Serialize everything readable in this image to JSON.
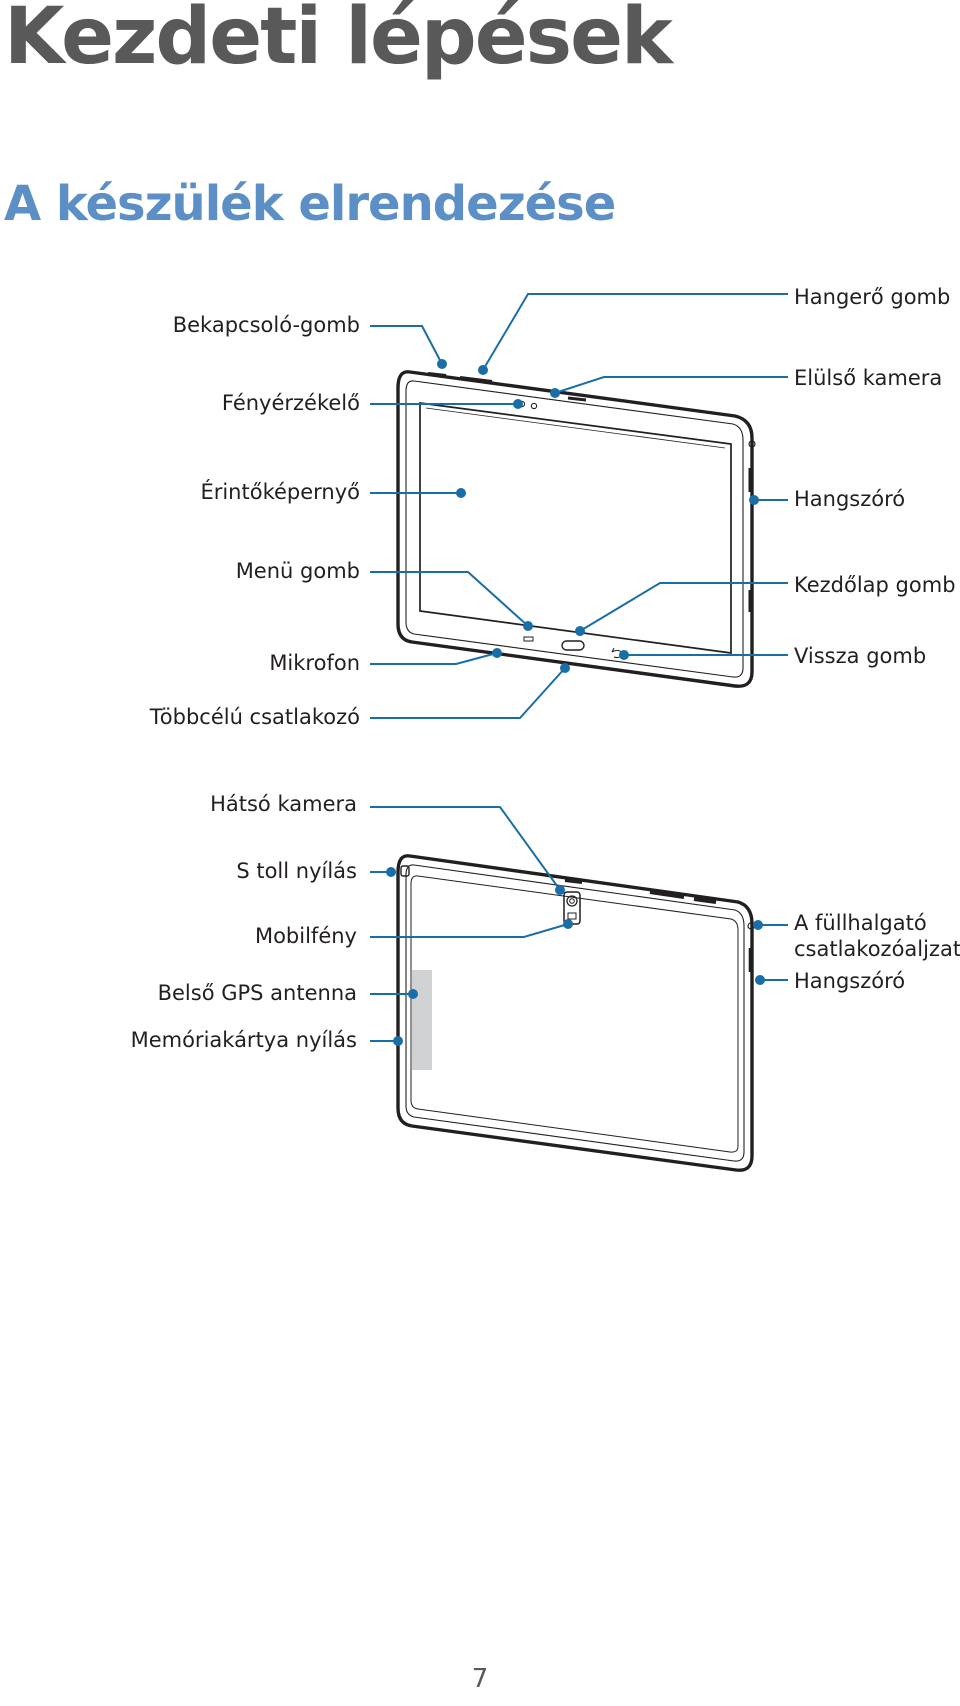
{
  "page": {
    "title": "Kezdeti lépések",
    "subtitle": "A készülék elrendezése",
    "page_number": "7"
  },
  "front_view": {
    "labels_left": {
      "power_button": "Bekapcsoló-gomb",
      "light_sensor": "Fényérzékelő",
      "touchscreen": "Érintőképernyő",
      "menu_button": "Menü gomb",
      "microphone": "Mikrofon",
      "multipurpose_jack": "Többcélú csatlakozó"
    },
    "labels_right": {
      "volume_button": "Hangerő gomb",
      "front_camera": "Elülső kamera",
      "speaker": "Hangszóró",
      "home_button": "Kezdőlap gomb",
      "back_button": "Vissza gomb"
    }
  },
  "back_view": {
    "labels_left": {
      "rear_camera": "Hátsó kamera",
      "s_pen_slot": "S toll nyílás",
      "flash": "Mobilfény",
      "gps_antenna": "Belső GPS antenna",
      "memory_card_slot": "Memóriakártya nyílás"
    },
    "labels_right": {
      "headset_jack_line1": "A füllhalgató",
      "headset_jack_line2": "csatlakozóaljzata",
      "speaker": "Hangszóró"
    }
  },
  "colors": {
    "title": "#595959",
    "subtitle": "#5b8fc5",
    "callout": "#1a6ea8",
    "device_outline": "#231f20"
  }
}
